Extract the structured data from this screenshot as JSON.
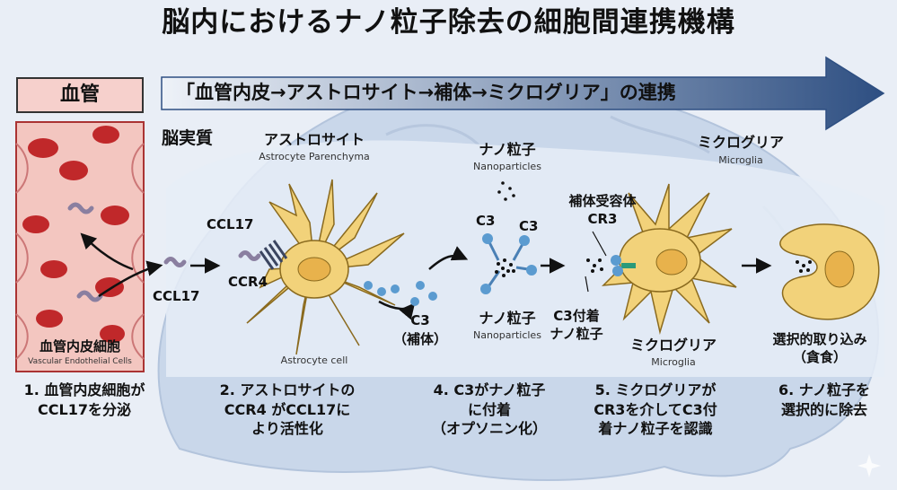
{
  "title": "脳内におけるナノ粒子除去の細胞間連携機構",
  "vessel_label": "血管",
  "banner": "「血管内皮→アストロサイト→補体→ミクログリア」の連携",
  "parenchyma_label": "脳実質",
  "endothelial": {
    "ja": "血管内皮細胞",
    "en": "Vascular Endothelial Cells"
  },
  "astrocyte": {
    "ja": "アストロサイト",
    "en": "Astrocyte Parenchyma",
    "cell_en": "Astrocyte cell"
  },
  "ccl17_a": "CCL17",
  "ccl17_b": "CCL17",
  "ccr4": "CCR4",
  "c3": {
    "label": "C3",
    "ja": "（補体）"
  },
  "nano_top": {
    "ja": "ナノ粒子",
    "en": "Nanoparticles"
  },
  "c3_left": "C3",
  "c3_right": "C3",
  "nano_bottom": {
    "ja": "ナノ粒子",
    "en": "Nanoparticles"
  },
  "receptor": {
    "line1": "補体受容体",
    "line2": "CR3"
  },
  "c3_attached": {
    "line1": "C3付着",
    "line2": "ナノ粒子"
  },
  "microglia_top": {
    "ja": "ミクログリア",
    "en": "Microglia"
  },
  "microglia_mid": {
    "ja": "ミクログリア",
    "en": "Microglia"
  },
  "engulf": {
    "line1": "選択的取り込み",
    "line2": "（貪食）"
  },
  "steps": [
    {
      "line1": "1. 血管内皮細胞が",
      "line2": "CCL17を分泌"
    },
    {
      "line1": "2. アストロサイトの",
      "line2": "CCR4 がCCL17に",
      "line3": "より活性化"
    },
    {
      "line1": "4. C3がナノ粒子",
      "line2": "に付着",
      "line3": "（オプソニン化）"
    },
    {
      "line1": "5. ミクログリアが",
      "line2": "CR3を介してC3付",
      "line3": "着ナノ粒子を認識"
    },
    {
      "line1": "6. ナノ粒子を",
      "line2": "選択的に除去"
    }
  ],
  "colors": {
    "vessel": "#f3c6c0",
    "rbc": "#c0282a",
    "cell": "#f2d27a",
    "nucleus": "#e8b24c",
    "c3": "#5b9bd0",
    "arrow": "#2e4f82",
    "background": "#e9eef6",
    "brain": "#c9d7ea"
  }
}
